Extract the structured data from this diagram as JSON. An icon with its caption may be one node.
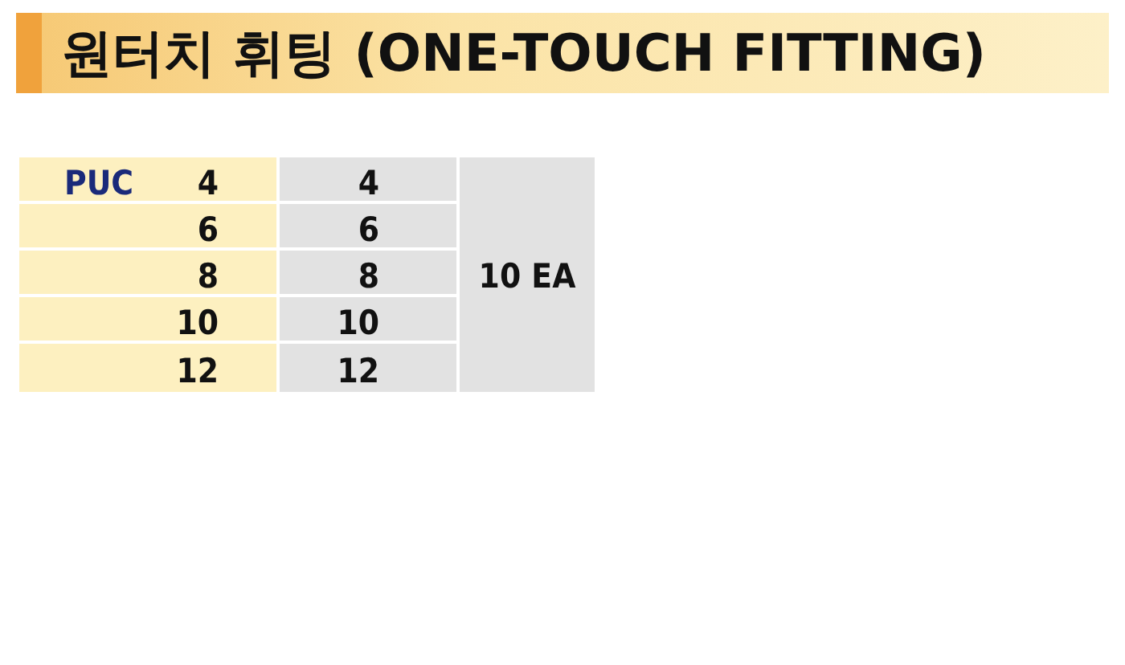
{
  "diagram": {
    "title": "원터치 휘팅 (ONE-TOUCH FITTING)",
    "labels": [
      "PUC",
      "4",
      "4",
      "10 EA",
      "6",
      "6",
      "8",
      "8",
      "10",
      "10",
      "12",
      "12"
    ]
  }
}
